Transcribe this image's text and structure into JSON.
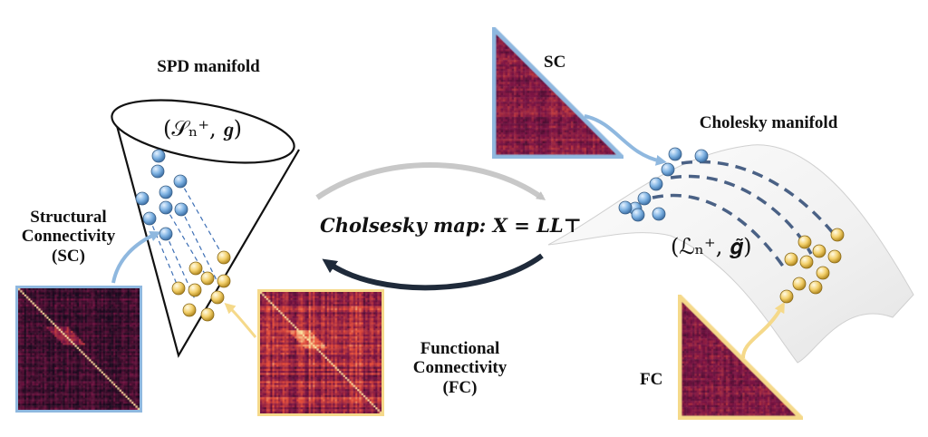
{
  "labels": {
    "spd_title": "SPD manifold",
    "spd_symbol": "(𝒮ₙ⁺, 𝒈)",
    "cholesky_title": "Cholesky manifold",
    "cholesky_symbol": "(ℒₙ⁺, 𝒈̃)",
    "map_label": "Cholsesky map: X = LL⊤",
    "sc_full": [
      "Structural",
      "Connectivity",
      "(SC)"
    ],
    "fc_full": [
      "Functional",
      "Connectivity",
      "(FC)"
    ],
    "sc_short": "SC",
    "fc_short": "FC"
  },
  "colors": {
    "sc_accent": "#8fb8df",
    "fc_accent": "#f5d98a",
    "blue_point": "#7fb3e3",
    "yellow_point": "#f3d06b",
    "forward_arrow": "#c8c8c8",
    "inverse_arrow": "#1f2a3a",
    "dash_line": "#3d5a80",
    "heat_dark": "#1a0a1e",
    "heat_mid": "#7a1445",
    "heat_hot": "#e8503a",
    "heat_bright": "#fbe2a0"
  }
}
